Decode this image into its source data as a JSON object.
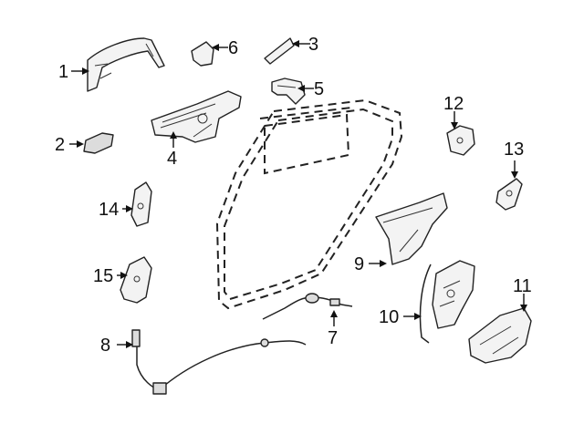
{
  "callouts": [
    {
      "id": "1",
      "text": "1"
    },
    {
      "id": "2",
      "text": "2"
    },
    {
      "id": "3",
      "text": "3"
    },
    {
      "id": "4",
      "text": "4"
    },
    {
      "id": "5",
      "text": "5"
    },
    {
      "id": "6",
      "text": "6"
    },
    {
      "id": "7",
      "text": "7"
    },
    {
      "id": "8",
      "text": "8"
    },
    {
      "id": "9",
      "text": "9"
    },
    {
      "id": "10",
      "text": "10"
    },
    {
      "id": "11",
      "text": "11"
    },
    {
      "id": "12",
      "text": "12"
    },
    {
      "id": "13",
      "text": "13"
    },
    {
      "id": "14",
      "text": "14"
    },
    {
      "id": "15",
      "text": "15"
    }
  ]
}
